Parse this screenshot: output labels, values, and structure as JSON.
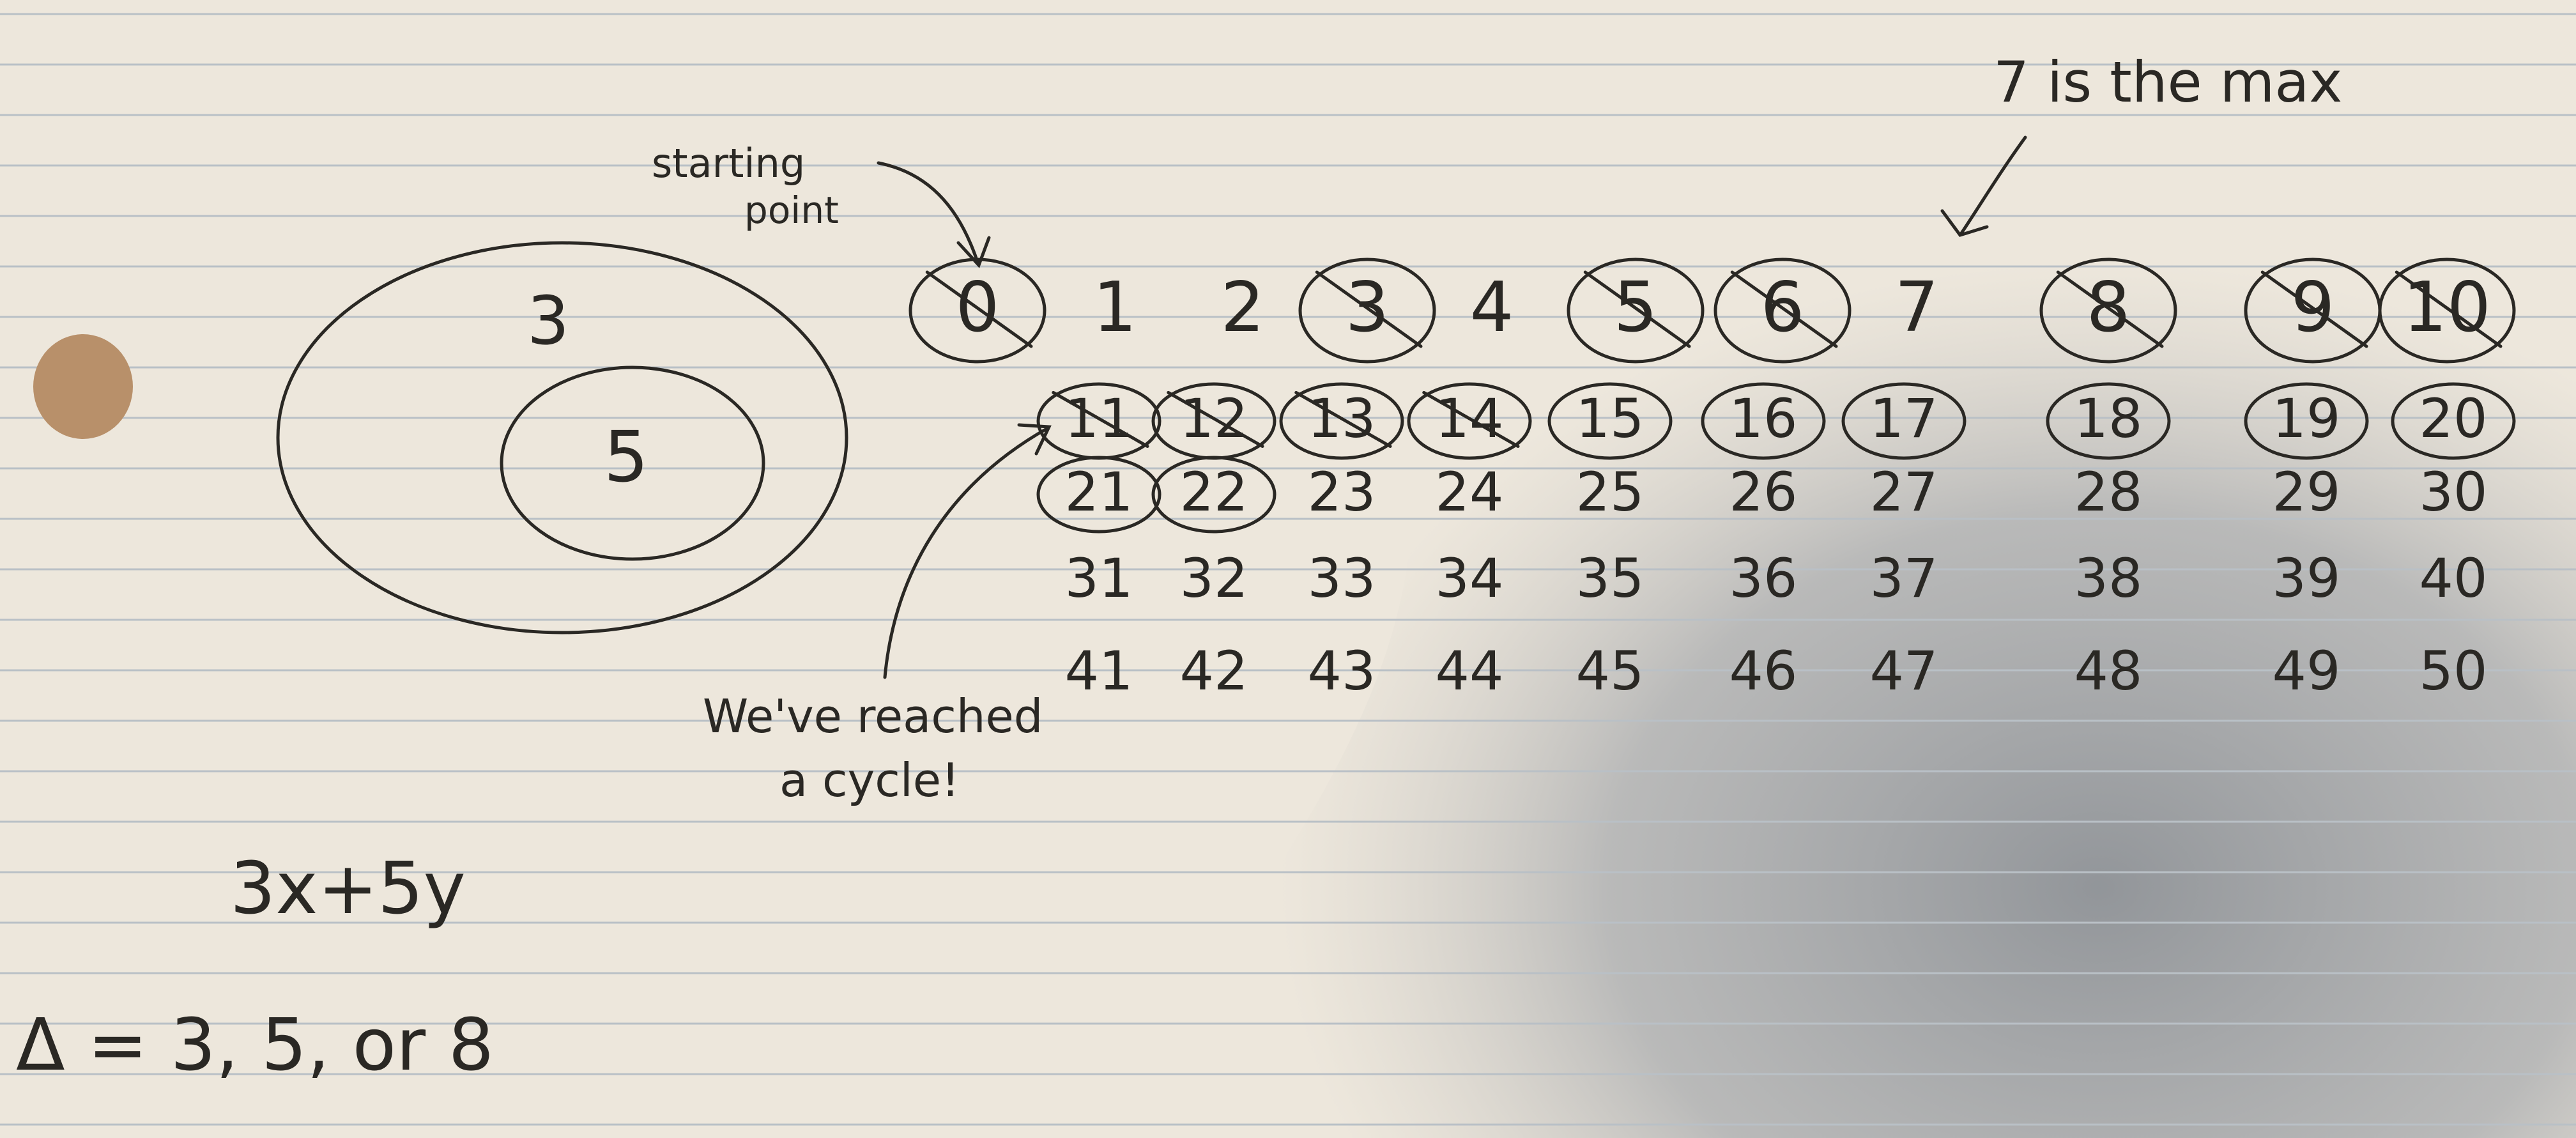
{
  "background": {
    "paper": "#ede7dc",
    "shadow": "#9fa1a5",
    "rule": "#b9c0c6",
    "ink": "#2a2824",
    "hole": "#b8906a"
  },
  "annotations": {
    "max_note": "7 is the max",
    "start_note_line1": "starting",
    "start_note_line2": "point",
    "cycle_note_line1": "We've reached",
    "cycle_note_line2": "a cycle!",
    "expression": "3x+5y",
    "delta": "Δ = 3, 5, or 8"
  },
  "diagram": {
    "outer_label": "3",
    "inner_label": "5"
  },
  "grid_rows": [
    [
      "0",
      "1",
      "2",
      "3",
      "4",
      "5",
      "6",
      "7",
      "8",
      "9",
      "10"
    ],
    [
      "11",
      "12",
      "13",
      "14",
      "15",
      "16",
      "17",
      "18",
      "19",
      "20"
    ],
    [
      "21",
      "22",
      "23",
      "24",
      "25",
      "26",
      "27",
      "28",
      "29",
      "30"
    ],
    [
      "31",
      "32",
      "33",
      "34",
      "35",
      "36",
      "37",
      "38",
      "39",
      "40"
    ],
    [
      "41",
      "42",
      "43",
      "44",
      "45",
      "46",
      "47",
      "48",
      "49",
      "50"
    ]
  ],
  "circled": [
    "0",
    "3",
    "5",
    "6",
    "8",
    "9",
    "10",
    "11",
    "12",
    "13",
    "14",
    "15",
    "16",
    "17",
    "18",
    "19",
    "20",
    "21",
    "22"
  ],
  "crossed_out": [
    "0",
    "3",
    "5",
    "6",
    "8",
    "9",
    "10",
    "11",
    "12",
    "13",
    "14"
  ]
}
